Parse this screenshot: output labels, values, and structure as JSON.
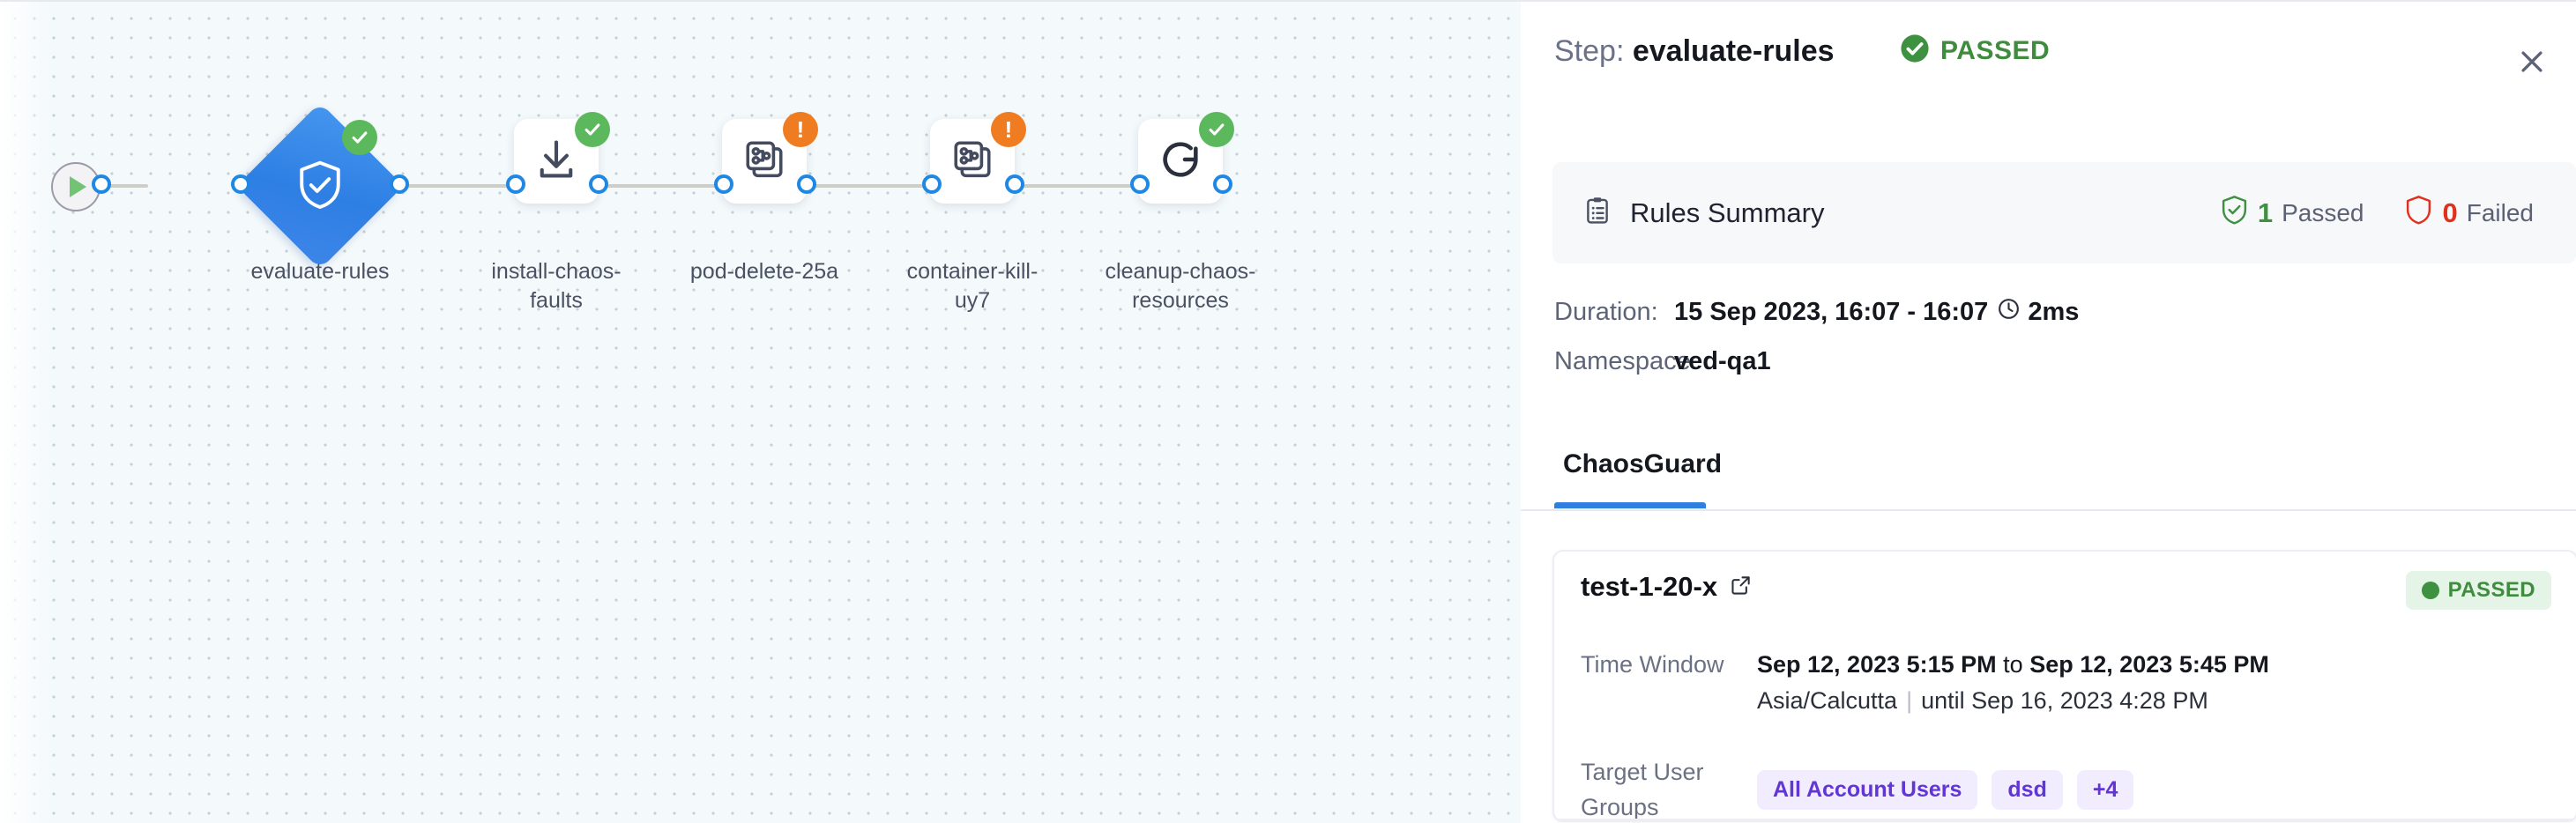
{
  "canvas": {
    "start_node": {
      "icon": "play-icon"
    },
    "nodes": [
      {
        "label": "evaluate-rules",
        "icon": "shield-check-icon",
        "status": "success",
        "shape": "diamond"
      },
      {
        "label": "install-chaos-faults",
        "icon": "download-icon",
        "status": "success",
        "shape": "square"
      },
      {
        "label": "pod-delete-25a",
        "icon": "chaos-fault-icon",
        "status": "warning",
        "shape": "square"
      },
      {
        "label": "container-kill-uy7",
        "icon": "chaos-fault-icon",
        "status": "warning",
        "shape": "square"
      },
      {
        "label": "cleanup-chaos-resources",
        "icon": "refresh-icon",
        "status": "success",
        "shape": "square"
      }
    ]
  },
  "panel": {
    "header": {
      "step_label": "Step:",
      "step_name": "evaluate-rules",
      "status_icon": "check-circle-icon",
      "status_text": "PASSED",
      "close_icon": "close-icon"
    },
    "rules_summary": {
      "icon": "clipboard-list-icon",
      "title": "Rules Summary",
      "passed_count": "1",
      "passed_label": "Passed",
      "passed_icon": "shield-check-icon",
      "failed_count": "0",
      "failed_label": "Failed",
      "failed_icon": "shield-icon"
    },
    "meta": {
      "duration_key": "Duration:",
      "duration_value": "15 Sep 2023, 16:07 - 16:07",
      "duration_icon": "clock-icon",
      "duration_elapsed": "2ms",
      "namespace_key": "Namespace:",
      "namespace_value": "ved-qa1"
    },
    "tabs": [
      {
        "label": "ChaosGuard",
        "active": true
      }
    ],
    "test_card": {
      "title": "test-1-20-x",
      "external_link_icon": "external-link-icon",
      "badge_text": "PASSED",
      "badge_dot": "status-dot-icon",
      "time_window_key": "Time Window",
      "time_window_start": "Sep 12, 2023 5:15 PM",
      "time_window_joiner": " to ",
      "time_window_end": "Sep 12, 2023 5:45 PM",
      "timezone": "Asia/Calcutta",
      "until_text": "until Sep 16, 2023 4:28 PM",
      "target_groups_key": "Target User Groups",
      "chips": [
        "All Account Users",
        "dsd",
        "+4"
      ]
    }
  },
  "colors": {
    "accent_blue": "#2f7fe0",
    "success_green": "#3f9142",
    "warning_orange": "#ef7c20",
    "danger_red": "#e0301e",
    "chip_purple": "#6236d4"
  }
}
